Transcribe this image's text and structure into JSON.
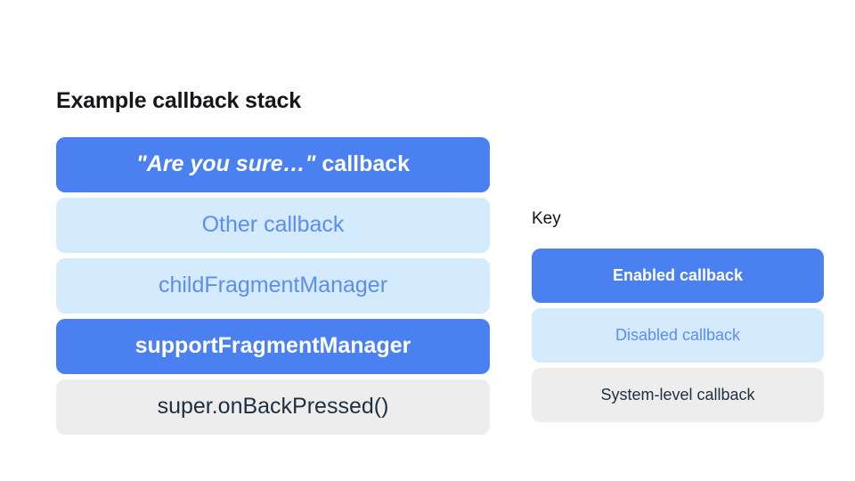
{
  "palette": {
    "background": "#ffffff",
    "enabled_fill": "#4a80f0",
    "enabled_text": "#ffffff",
    "disabled_fill": "#d4eafd",
    "disabled_text": "#5d8df4",
    "system_fill": "#ededed",
    "system_text": "#1d3040",
    "heading_text": "#14181c"
  },
  "stack": {
    "title": "Example callback stack",
    "items": [
      {
        "label": "\"Are you sure…\" callback",
        "quoted_part": "\"Are you sure…\"",
        "plain_part": " callback",
        "state": "enabled"
      },
      {
        "label": "Other callback",
        "state": "disabled"
      },
      {
        "label": "childFragmentManager",
        "state": "disabled"
      },
      {
        "label": "supportFragmentManager",
        "state": "enabled"
      },
      {
        "label": "super.onBackPressed()",
        "state": "system"
      }
    ]
  },
  "key": {
    "title": "Key",
    "items": [
      {
        "label": "Enabled callback",
        "state": "enabled"
      },
      {
        "label": "Disabled callback",
        "state": "disabled"
      },
      {
        "label": "System-level callback",
        "state": "system"
      }
    ]
  }
}
